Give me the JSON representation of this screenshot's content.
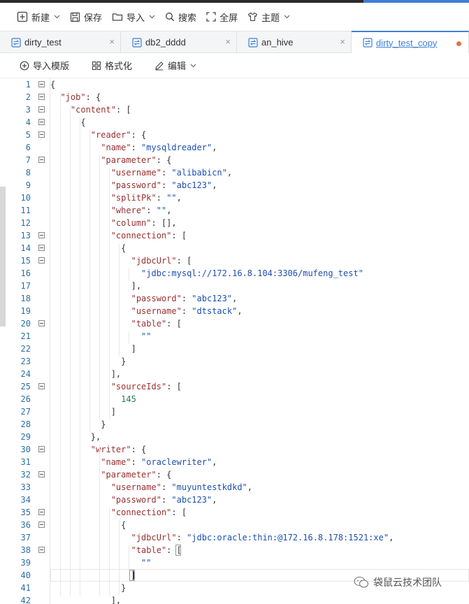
{
  "toolbar": {
    "new_label": "新建",
    "save_label": "保存",
    "import_label": "导入",
    "search_label": "搜索",
    "fullscreen_label": "全屏",
    "theme_label": "主题"
  },
  "tabs": [
    {
      "label": "dirty_test",
      "close": "×"
    },
    {
      "label": "db2_dddd",
      "close": "×"
    },
    {
      "label": "an_hive",
      "close": "×"
    },
    {
      "label": "dirty_test_copy",
      "active": true,
      "modified": true
    }
  ],
  "subtoolbar": {
    "import_template_label": "导入模版",
    "format_label": "格式化",
    "edit_label": "编辑"
  },
  "editor": {
    "lines": [
      "{",
      "  \"job\": {",
      "    \"content\": [",
      "      {",
      "        \"reader\": {",
      "          \"name\": \"mysqldreader\",",
      "          \"parameter\": {",
      "            \"username\": \"alibabicn\",",
      "            \"password\": \"abc123\",",
      "            \"splitPk\": \"\",",
      "            \"where\": \"\",",
      "            \"column\": [],",
      "            \"connection\": [",
      "              {",
      "                \"jdbcUrl\": [",
      "                  \"jdbc:mysql://172.16.8.104:3306/mufeng_test\"",
      "                ],",
      "                \"password\": \"abc123\",",
      "                \"username\": \"dtstack\",",
      "                \"table\": [",
      "                  \"\"",
      "                ]",
      "              }",
      "            ],",
      "            \"sourceIds\": [",
      "              145",
      "            ]",
      "          }",
      "        },",
      "        \"writer\": {",
      "          \"name\": \"oraclewriter\",",
      "          \"parameter\": {",
      "            \"username\": \"muyuntestkdkd\",",
      "            \"password\": \"abc123\",",
      "            \"connection\": [",
      "              {",
      "                \"jdbcUrl\": \"jdbc:oracle:thin:@172.16.8.178:1521:xe\",",
      "                \"table\": [",
      "                  \"\"",
      "                ]",
      "              }",
      "            ],"
    ],
    "fold_lines": [
      1,
      2,
      3,
      4,
      5,
      7,
      13,
      14,
      15,
      20,
      25,
      30,
      32,
      35,
      36,
      38
    ]
  },
  "watermark": {
    "text": "袋鼠云技术团队"
  }
}
